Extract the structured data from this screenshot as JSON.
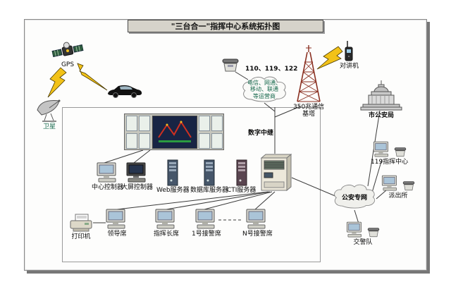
{
  "title": "\"三台合一\"指挥中心系统拓扑图",
  "colors": {
    "bolt_yellow": "#f2c218",
    "tower_red": "#8a2f20",
    "screen_chart_red": "#d03020",
    "label_green": "#186a4e",
    "cabinet_beige": "#ece8da"
  },
  "nodes": {
    "gps": {
      "label": "GPS"
    },
    "satellite": {
      "label": "卫星"
    },
    "walkie": {
      "label": "对讲机"
    },
    "phone_trunk": {
      "label": "110、119、122"
    },
    "carrier_cloud": {
      "label": "电信、网通、\n移动、联通\n等运营商"
    },
    "digital_trunk": {
      "label": "数字中继"
    },
    "tower": {
      "label": "350兆通信\n基塔"
    },
    "psb": {
      "label": "市公安局"
    },
    "center119": {
      "label": "119指挥中心"
    },
    "police_net": {
      "label": "公安专网"
    },
    "station": {
      "label": "派出所"
    },
    "traffic": {
      "label": "交警队"
    },
    "center_ctrl": {
      "label": "中心控制器"
    },
    "screen_ctrl": {
      "label": "大屏控制器"
    },
    "web_server": {
      "label": "Web服务器"
    },
    "db_server": {
      "label": "数据库服务器"
    },
    "cti_server": {
      "label": "CTI服务器"
    },
    "printer": {
      "label": "打印机"
    },
    "leader": {
      "label": "领导席"
    },
    "commander": {
      "label": "指挥长席"
    },
    "seat1": {
      "label": "1号接警席"
    },
    "seatN": {
      "label": "N号接警席"
    }
  }
}
